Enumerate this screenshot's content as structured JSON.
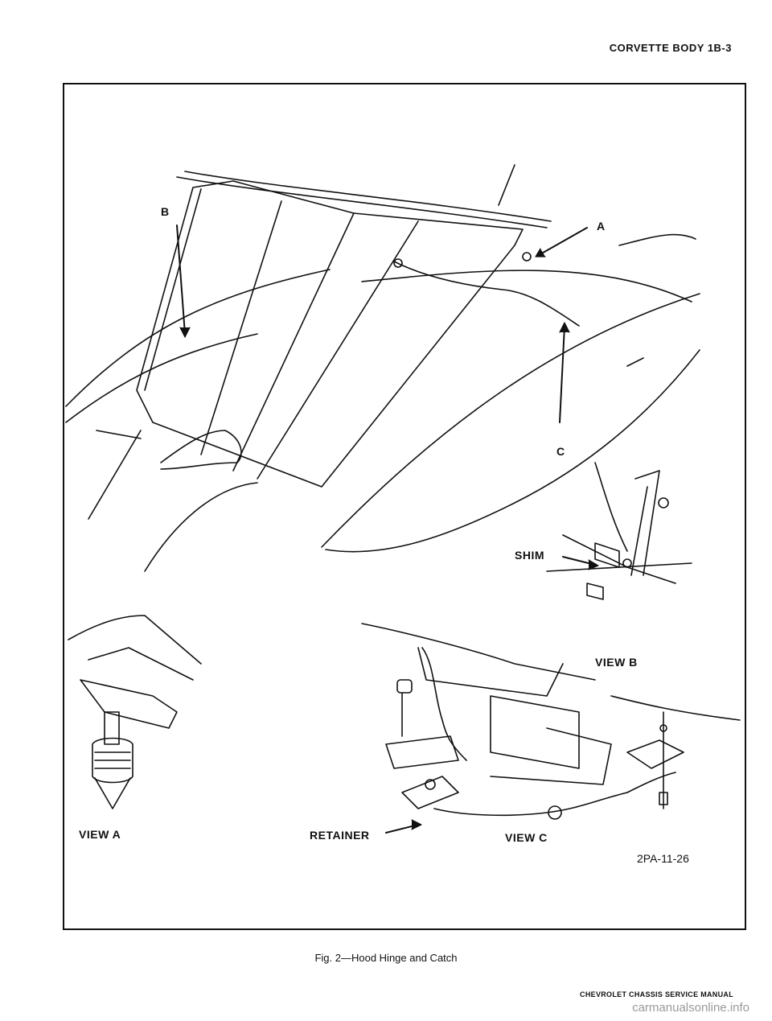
{
  "header": {
    "page_title": "CORVETTE BODY 1B-3"
  },
  "figure": {
    "callouts": {
      "a": "A",
      "b": "B",
      "c": "C"
    },
    "labels": {
      "shim": "SHIM",
      "retainer": "RETAINER",
      "view_a": "VIEW A",
      "view_b": "VIEW B",
      "view_c": "VIEW C"
    },
    "ref_code": "2PA-11-26"
  },
  "caption": "Fig. 2—Hood Hinge and Catch",
  "footer": "CHEVROLET CHASSIS SERVICE MANUAL",
  "watermark": "carmanualsonline.info"
}
